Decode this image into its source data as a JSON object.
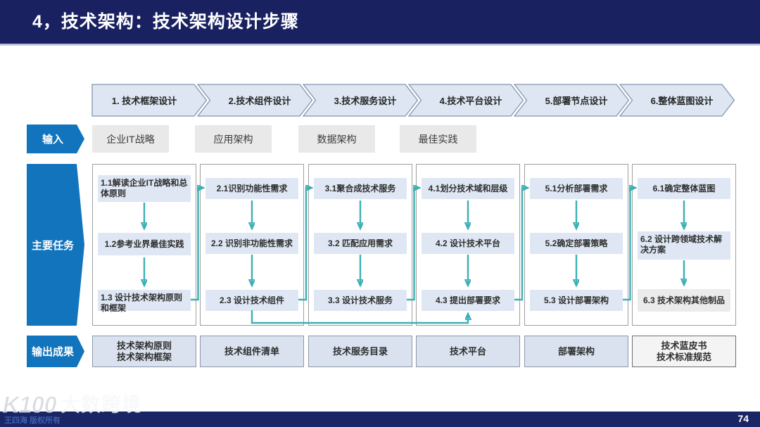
{
  "header": {
    "title": "4，技术架构：技术架构设计步骤"
  },
  "steps": [
    {
      "label": "1. 技术框架设计"
    },
    {
      "label": "2.技术组件设计"
    },
    {
      "label": "3.技术服务设计"
    },
    {
      "label": "4.技术平台设计"
    },
    {
      "label": "5.部署节点设计"
    },
    {
      "label": "6.整体蓝图设计"
    }
  ],
  "row_labels": {
    "input": "输入",
    "tasks": "主要任务",
    "output": "输出成果"
  },
  "inputs": [
    {
      "label": "企业IT战略"
    },
    {
      "label": "应用架构"
    },
    {
      "label": "数据架构"
    },
    {
      "label": "最佳实践"
    }
  ],
  "task_columns": [
    {
      "boxes": [
        "1.1解读企业IT战略和总体原则",
        "1.2参考业界最佳实践",
        "1.3 设计技术架构原则和框架"
      ]
    },
    {
      "boxes": [
        "2.1识别功能性需求",
        "2.2 识别非功能性需求",
        "2.3 设计技术组件"
      ]
    },
    {
      "boxes": [
        "3.1聚合成技术服务",
        "3.2 匹配应用需求",
        "3.3 设计技术服务"
      ]
    },
    {
      "boxes": [
        "4.1划分技术域和层级",
        "4.2 设计技术平台",
        "4.3 提出部署要求"
      ]
    },
    {
      "boxes": [
        "5.1分析部署需求",
        "5.2确定部署策略",
        "5.3 设计部署架构"
      ]
    },
    {
      "boxes": [
        "6.1确定整体蓝图",
        "6.2 设计跨领域技术解决方案",
        "6.3 技术架构其他制品"
      ]
    }
  ],
  "outputs": [
    {
      "label": "技术架构原则\n技术架构框架"
    },
    {
      "label": "技术组件清单"
    },
    {
      "label": "技术服务目录"
    },
    {
      "label": "技术平台"
    },
    {
      "label": "部署架构"
    },
    {
      "label": "技术蓝皮书\n技术标准规范"
    }
  ],
  "footer": {
    "copyright": "王四海 版权所有",
    "page_number": "74"
  },
  "watermark": {
    "logo": "K100",
    "text": "大数跨境"
  },
  "colors": {
    "header_navy": "#1a2161",
    "accent_blue": "#1274bc",
    "teal": "#3cb0b5",
    "box_blue": "#dee7f3",
    "chevron_fill": "#dde6f2"
  }
}
